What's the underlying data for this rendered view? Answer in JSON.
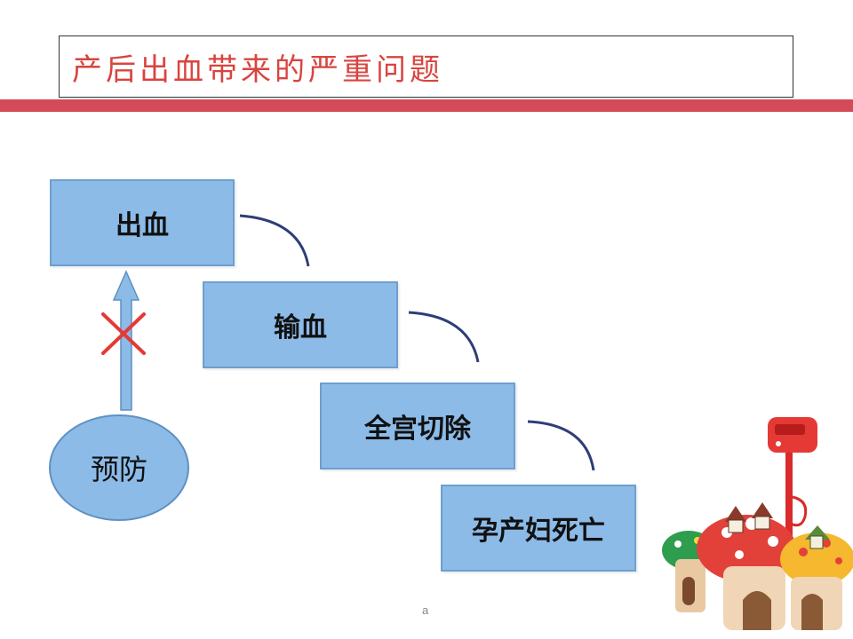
{
  "title": "产后出血带来的严重问题",
  "steps": [
    "出血",
    "输血",
    "全宫切除",
    "孕产妇死亡"
  ],
  "prevention": "预防",
  "footer": "a",
  "colors": {
    "title_text": "#d9443f",
    "accent_bar": "#d34a59",
    "box_fill": "#8cbbe8",
    "connector": "#2f3d78",
    "cross": "#e53935"
  }
}
